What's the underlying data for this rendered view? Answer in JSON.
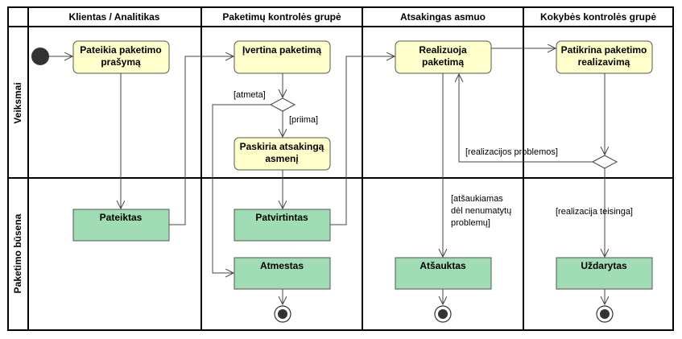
{
  "columns": {
    "c1": "Klientas / Analitikas",
    "c2": "Paketimų kontrolės grupė",
    "c3": "Atsakingas asmuo",
    "c4": "Kokybės kontrolės grupė"
  },
  "rows": {
    "r1": "Veiksmai",
    "r2": "Paketimo būsena"
  },
  "actions": {
    "a1": [
      "Pateikia paketimo",
      "prašymą"
    ],
    "a2": [
      "Įvertina paketimą"
    ],
    "a3": [
      "Paskiria atsakingą",
      "asmenį"
    ],
    "a4": [
      "Realizuoja",
      "paketimą"
    ],
    "a5": [
      "Patikrina paketimo",
      "realizavimą"
    ]
  },
  "states": {
    "s1": "Pateiktas",
    "s2": "Patvirtintas",
    "s3": "Atmestas",
    "s4": "Atšauktas",
    "s5": "Uždarytas"
  },
  "guards": {
    "g1": "[atmeta]",
    "g2": "[priima]",
    "g3": "[realizacijos  problemos]",
    "g4": [
      "[atšaukiamas",
      "dėl nenumatytų",
      "problemų]"
    ],
    "g5": "[realizacija  teisinga]"
  }
}
